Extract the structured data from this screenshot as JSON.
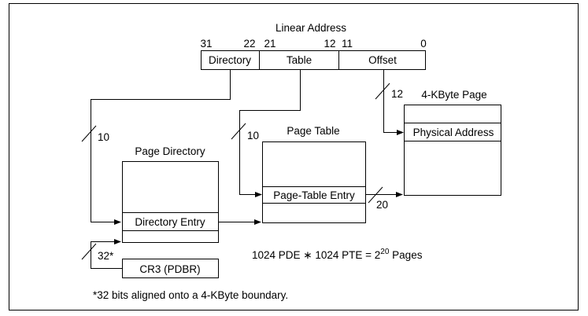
{
  "linear_address": {
    "title": "Linear Address",
    "bits": {
      "b31": "31",
      "b22": "22",
      "b21": "21",
      "b12": "12",
      "b11": "11",
      "b0": "0"
    },
    "fields": {
      "directory": "Directory",
      "table": "Table",
      "offset": "Offset"
    }
  },
  "page_directory": {
    "title": "Page Directory",
    "entry": "Directory Entry"
  },
  "page_table": {
    "title": "Page Table",
    "entry": "Page-Table Entry"
  },
  "page": {
    "title": "4-KByte Page",
    "entry": "Physical Address"
  },
  "cr3": {
    "label": "CR3 (PDBR)"
  },
  "bus_widths": {
    "dir": "10",
    "table": "10",
    "offset": "12",
    "pte": "20",
    "cr3": "32*"
  },
  "equation": {
    "left": "1024 PDE ∗ 1024 PTE = 2",
    "exponent": "20",
    "right": " Pages"
  },
  "footnote": "*32 bits aligned onto a 4-KByte boundary."
}
